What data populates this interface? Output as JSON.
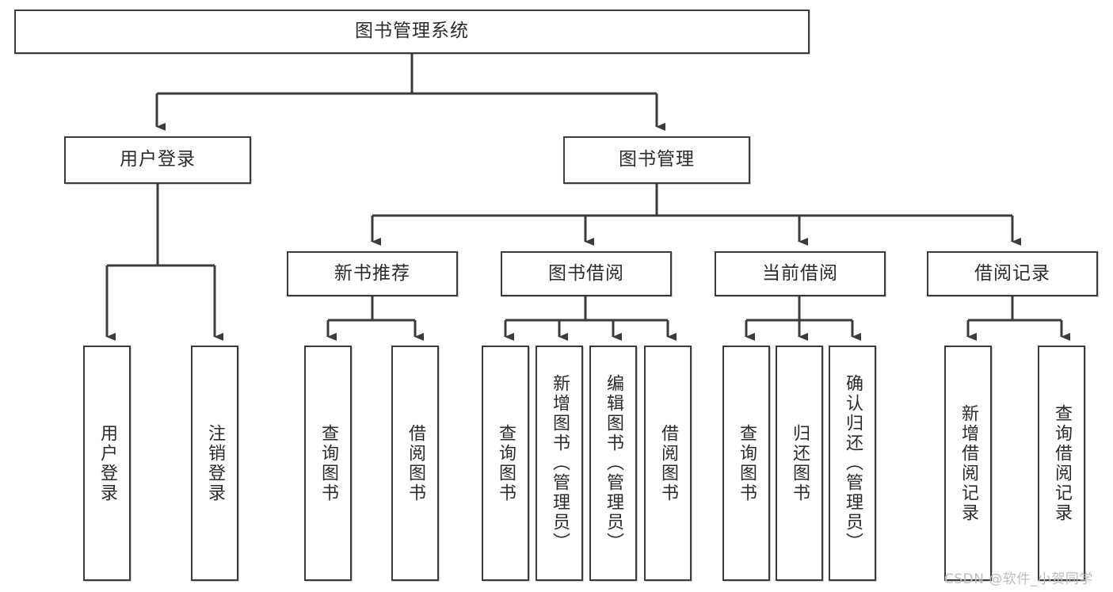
{
  "diagram": {
    "type": "hierarchy-tree",
    "title": "图书管理系统",
    "watermark": "CSDN @软件_小贺同学",
    "colors": {
      "stroke": "#3b3b3b",
      "fill": "#ffffff",
      "text": "#2b2b2b",
      "watermark": "#bdbdbd"
    },
    "nodes": {
      "root": {
        "label": "图书管理系统"
      },
      "level2": [
        {
          "label": "用户登录"
        },
        {
          "label": "图书管理"
        }
      ],
      "level3": [
        {
          "label": "新书推荐"
        },
        {
          "label": "图书借阅"
        },
        {
          "label": "当前借阅"
        },
        {
          "label": "借阅记录"
        }
      ],
      "leaves_user_login": [
        {
          "label": "用户登录"
        },
        {
          "label": "注销登录"
        }
      ],
      "leaves_new_book": [
        {
          "label": "查询图书"
        },
        {
          "label": "借阅图书"
        }
      ],
      "leaves_borrow": [
        {
          "label": "查询图书"
        },
        {
          "label": "新增图书（管理员）"
        },
        {
          "label": "编辑图书（管理员）"
        },
        {
          "label": "借阅图书"
        }
      ],
      "leaves_current": [
        {
          "label": "查询图书"
        },
        {
          "label": "归还图书"
        },
        {
          "label": "确认归还（管理员）"
        }
      ],
      "leaves_record": [
        {
          "label": "新增借阅记录"
        },
        {
          "label": "查询借阅记录"
        }
      ]
    }
  }
}
